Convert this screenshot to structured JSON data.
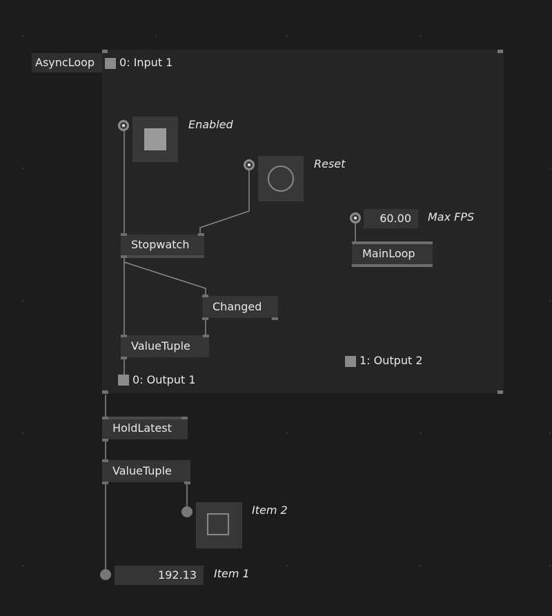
{
  "patch": {
    "container": {
      "name": "AsyncLoop",
      "inputs": [
        {
          "label": "0: Input 1"
        }
      ],
      "outputs": [
        {
          "label": "0: Output 1"
        },
        {
          "label": "1: Output 2"
        }
      ]
    },
    "nodes": {
      "stopwatch": "Stopwatch",
      "changed": "Changed",
      "value_tuple_inner": "ValueTuple",
      "main_loop": "MainLoop",
      "hold_latest": "HoldLatest",
      "value_tuple_outer": "ValueTuple"
    },
    "iobox_labels": {
      "enabled": "Enabled",
      "reset": "Reset",
      "max_fps": "Max FPS",
      "item2": "Item 2",
      "item1": "Item 1"
    },
    "values": {
      "max_fps": "60.00",
      "item1": "192.13",
      "enabled": true,
      "reset": false,
      "item2": false
    }
  },
  "colors": {
    "background": "#1c1c1c",
    "region": "#252525",
    "node": "#353535",
    "wire": "#8a8a8a"
  }
}
